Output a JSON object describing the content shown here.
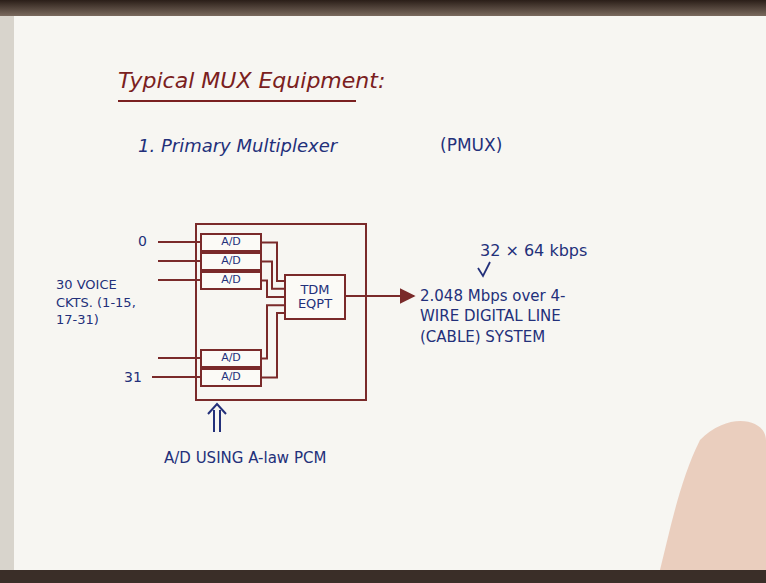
{
  "diagram": {
    "title": "Typical MUX Equipment:",
    "nodes": [
      {
        "text": [
          "A/D"
        ]
      },
      {
        "text": [
          "A/D"
        ]
      },
      {
        "text": [
          "A/D"
        ]
      },
      {
        "text": [
          "A/D"
        ]
      },
      {
        "text": [
          "A/D"
        ]
      },
      {
        "text": [
          "TDM EQPT"
        ]
      }
    ],
    "edges": [
      {
        "from": 0,
        "to": 5,
        "arrow": "none"
      },
      {
        "from": 1,
        "to": 5,
        "arrow": "none"
      },
      {
        "from": 2,
        "to": 5,
        "arrow": "none"
      },
      {
        "from": 3,
        "to": 5,
        "arrow": "none"
      },
      {
        "from": 4,
        "to": 5,
        "arrow": "none"
      }
    ],
    "labels": [
      "1. Primary Multiplexer",
      "(PMUX)",
      "0",
      "31",
      "30 VOICE CKTS. (1-15, 17-31)",
      "32 × 64 kbps",
      "2.048 Mbps over 4-WIRE DIGITAL LINE (CABLE) SYSTEM",
      "A/D USING A-law PCM"
    ]
  }
}
